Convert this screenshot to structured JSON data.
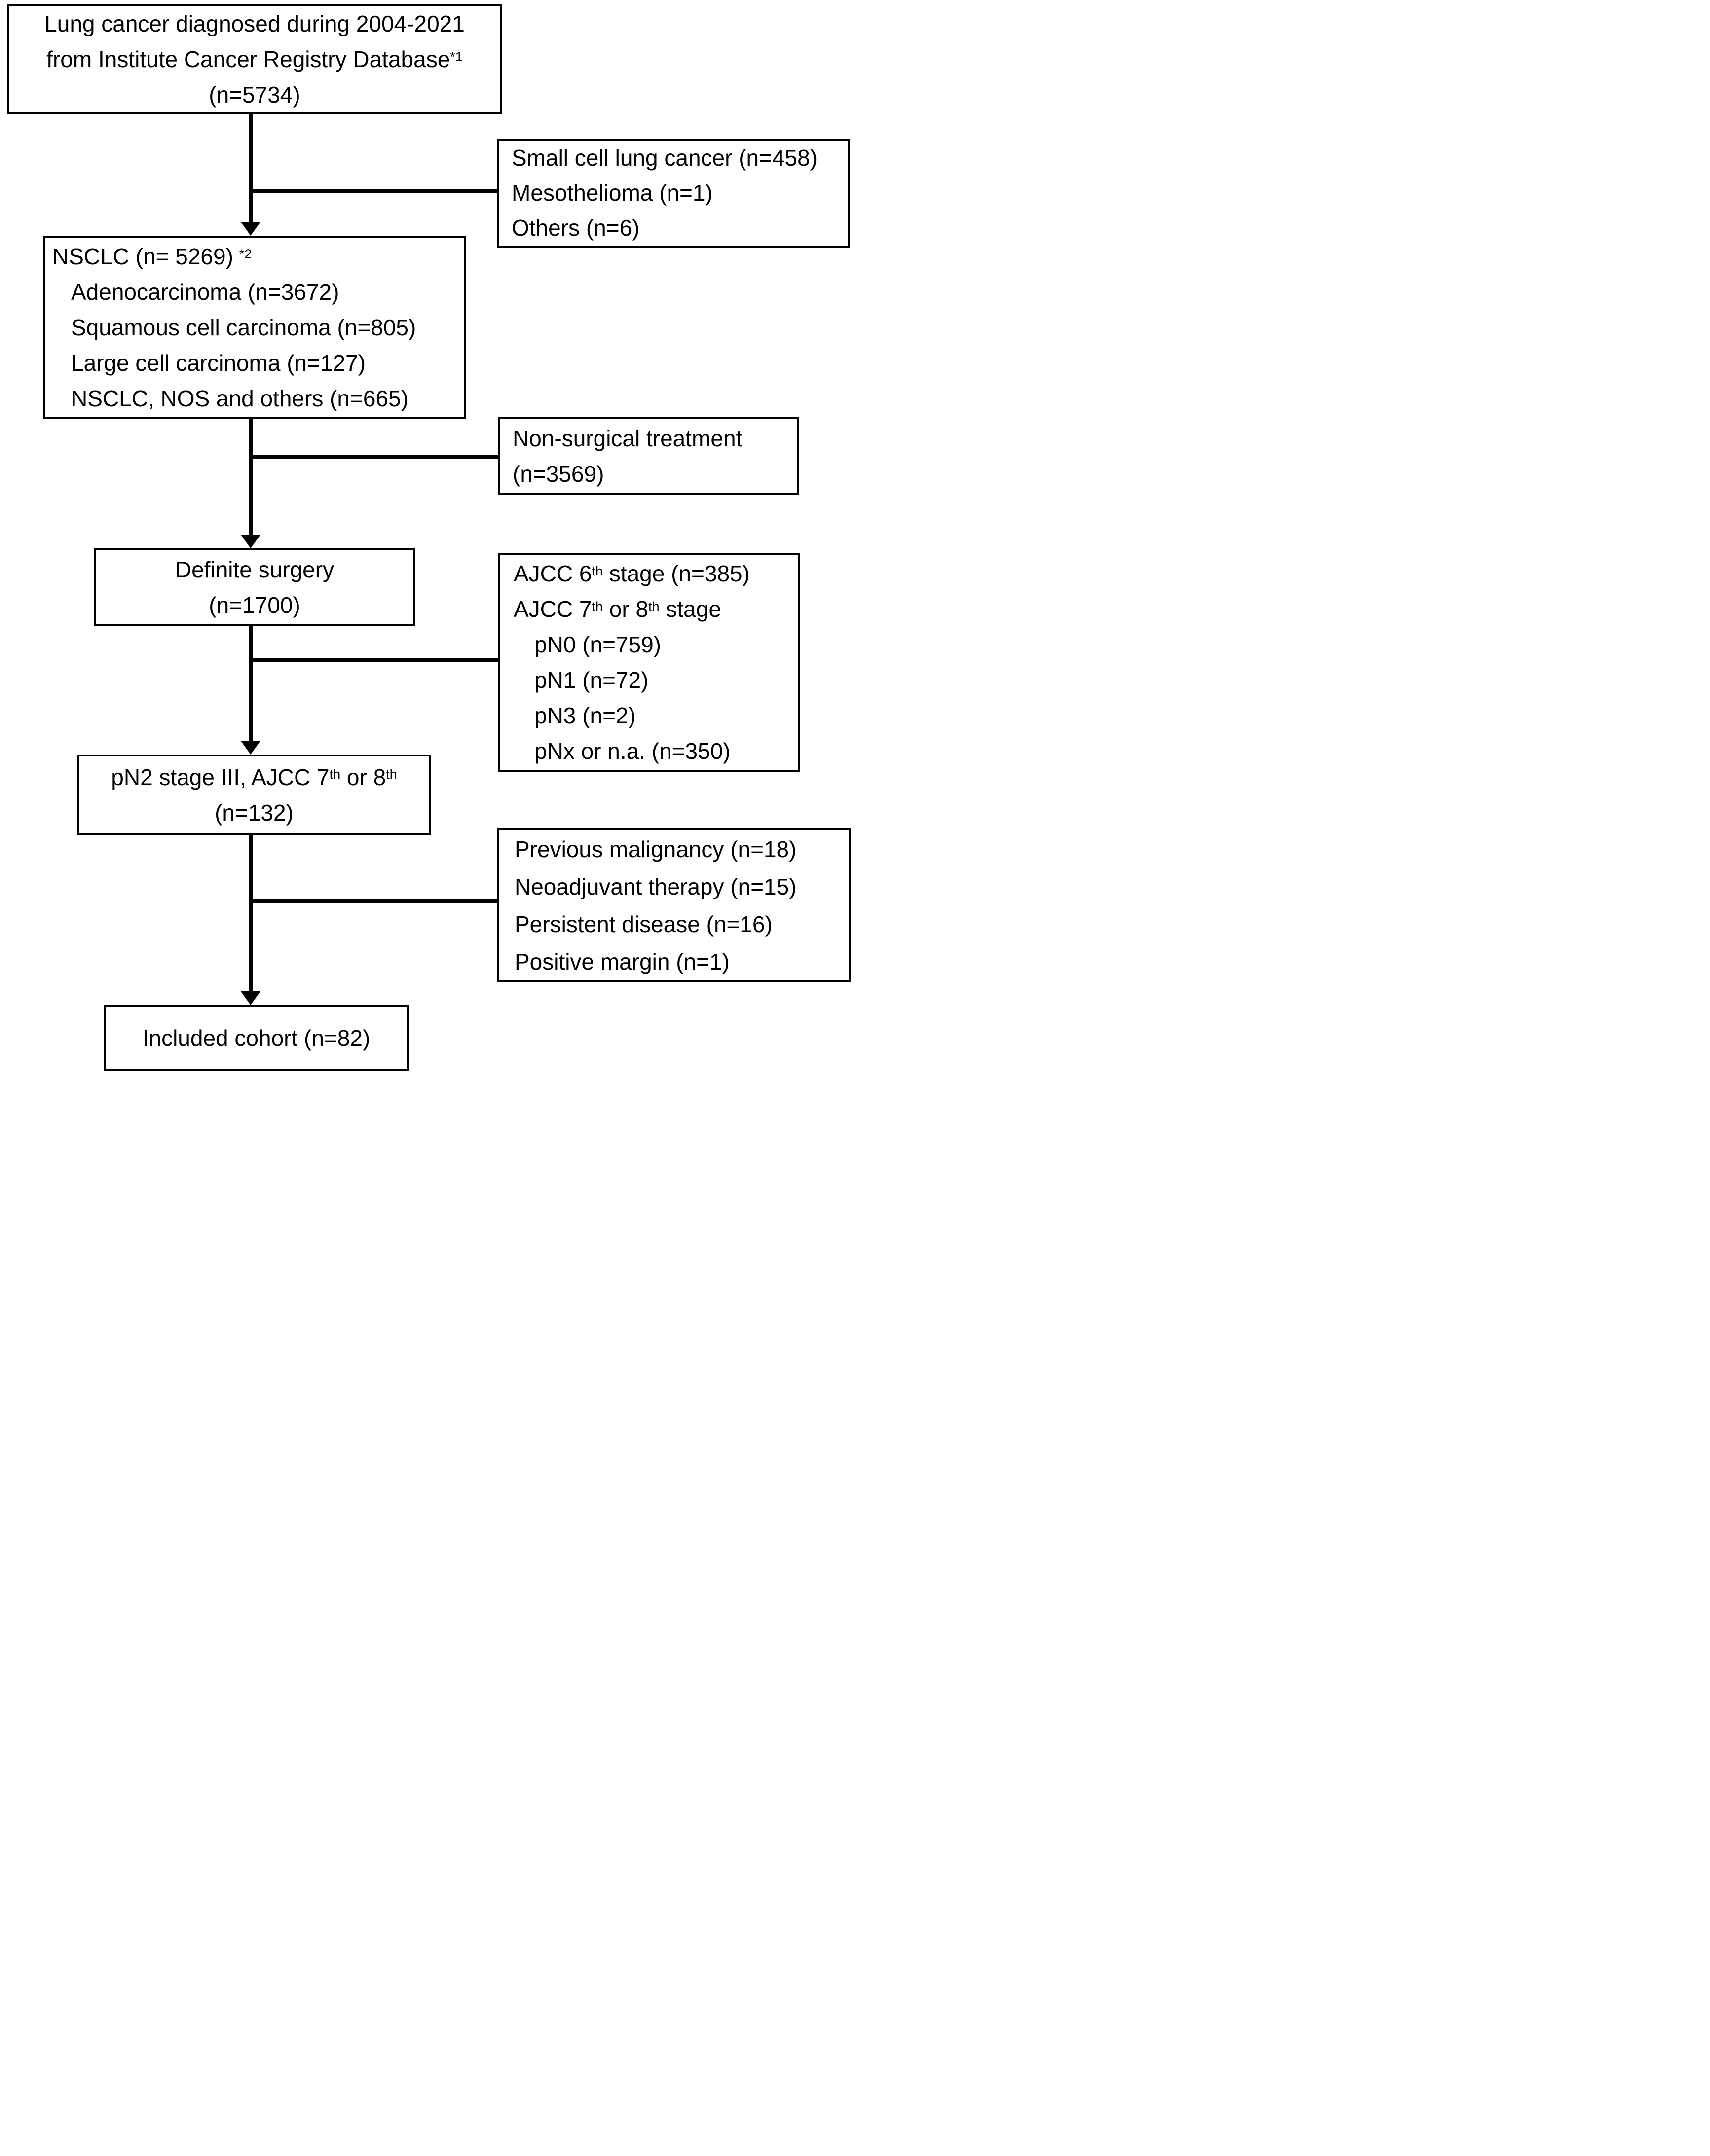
{
  "figure": {
    "type": "flow-diagram",
    "colors": {
      "ink": "#000000",
      "background": "#ffffff"
    }
  },
  "boxes": {
    "source": {
      "line1": "Lung cancer diagnosed during 2004-2021",
      "line2": "from Institute Cancer Registry Database",
      "line2_sup": "*1",
      "line3": "(n=5734)"
    },
    "excluded_histology": {
      "line1": "Small cell lung cancer (n=458)",
      "line2": "Mesothelioma (n=1)",
      "line3": "Others (n=6)"
    },
    "nsclc": {
      "title": "NSCLC (n= 5269)",
      "title_sup": "*2",
      "item1": "Adenocarcinoma (n=3672)",
      "item2": "Squamous cell carcinoma (n=805)",
      "item3": "Large cell carcinoma (n=127)",
      "item4": "NSCLC, NOS and others (n=665)"
    },
    "non_surgical": {
      "line1": "Non-surgical treatment",
      "line2": "(n=3569)"
    },
    "definite_surgery": {
      "line1": "Definite surgery",
      "line2": "(n=1700)"
    },
    "stage_exclusions": {
      "line1_a": "AJCC 6",
      "line1_sup": "th",
      "line1_b": " stage (n=385)",
      "line2_a": "AJCC 7",
      "line2_sup1": "th",
      "line2_b": " or 8",
      "line2_sup2": "th",
      "line2_c": " stage",
      "item1": "pN0 (n=759)",
      "item2": "pN1 (n=72)",
      "item3": "pN3 (n=2)",
      "item4": "pNx or n.a. (n=350)"
    },
    "pn2": {
      "line1_a": "pN2 stage III, AJCC 7",
      "line1_sup1": "th",
      "line1_b": " or 8",
      "line1_sup2": "th",
      "line2": "(n=132)"
    },
    "final_exclusions": {
      "line1": "Previous malignancy (n=18)",
      "line2": "Neoadjuvant therapy (n=15)",
      "line3": "Persistent disease (n=16)",
      "line4": "Positive margin (n=1)"
    },
    "included": {
      "line1": "Included cohort (n=82)"
    }
  }
}
